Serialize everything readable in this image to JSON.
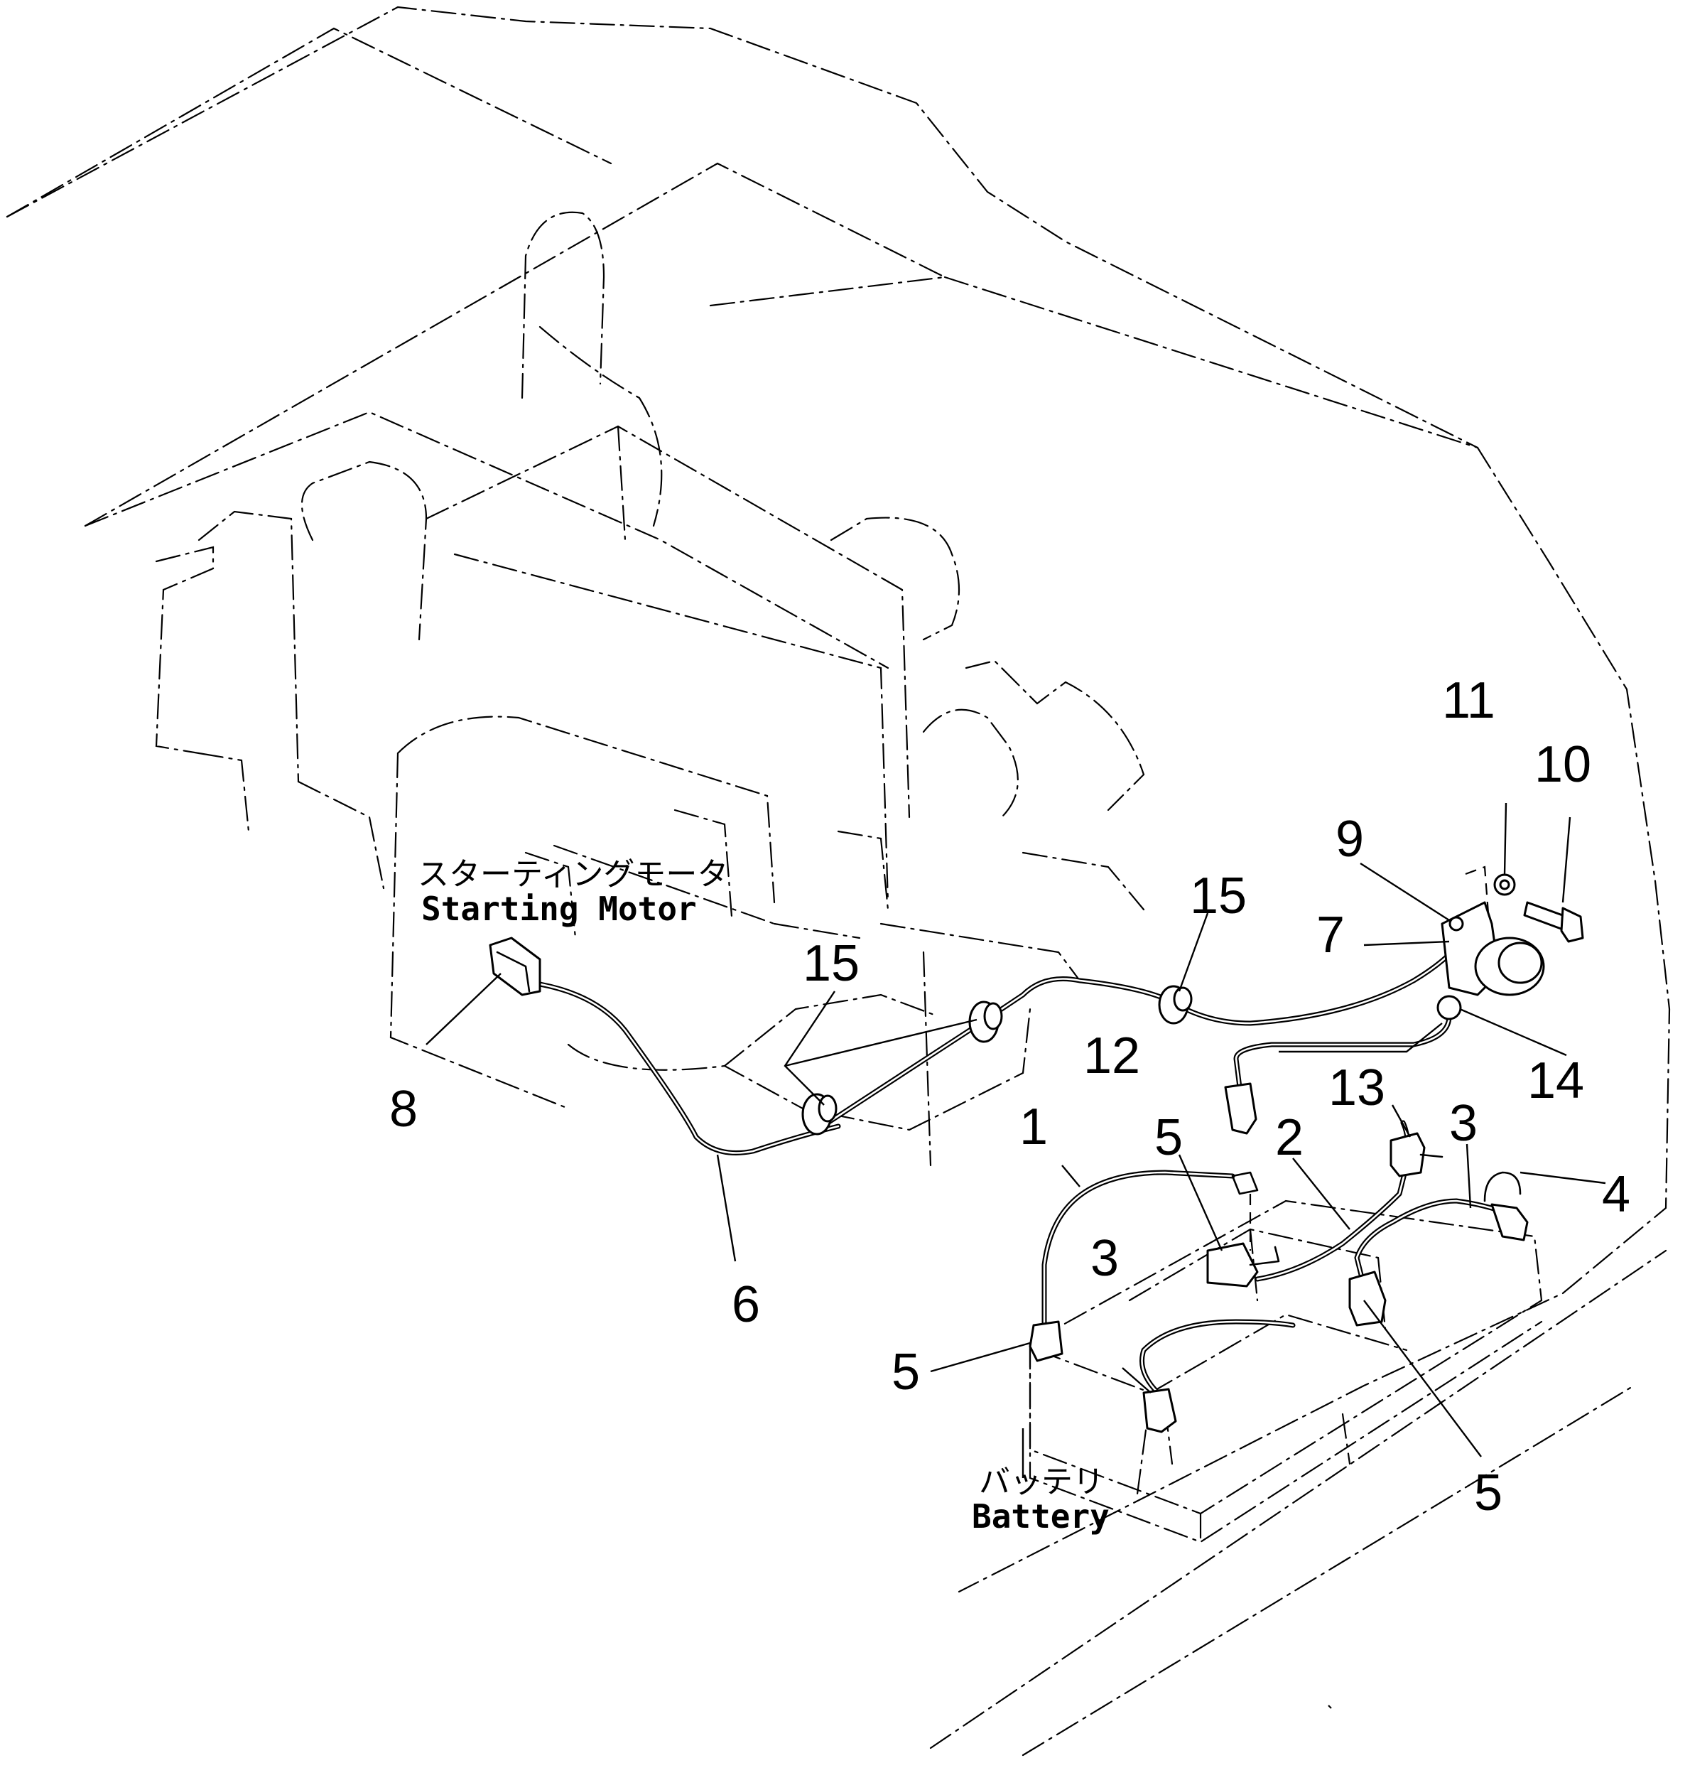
{
  "labels": {
    "starting_motor_jp": "スターティングモータ",
    "starting_motor_en": "Starting Motor",
    "battery_jp": "バッテリ",
    "battery_en": "Battery"
  },
  "callouts": {
    "c1": "1",
    "c2": "2",
    "c3a": "3",
    "c3b": "3",
    "c4": "4",
    "c5a": "5",
    "c5b": "5",
    "c5c": "5",
    "c6": "6",
    "c7": "7",
    "c8": "8",
    "c9": "9",
    "c10": "10",
    "c11": "11",
    "c12": "12",
    "c13": "13",
    "c14": "14",
    "c15a": "15",
    "c15b": "15"
  }
}
